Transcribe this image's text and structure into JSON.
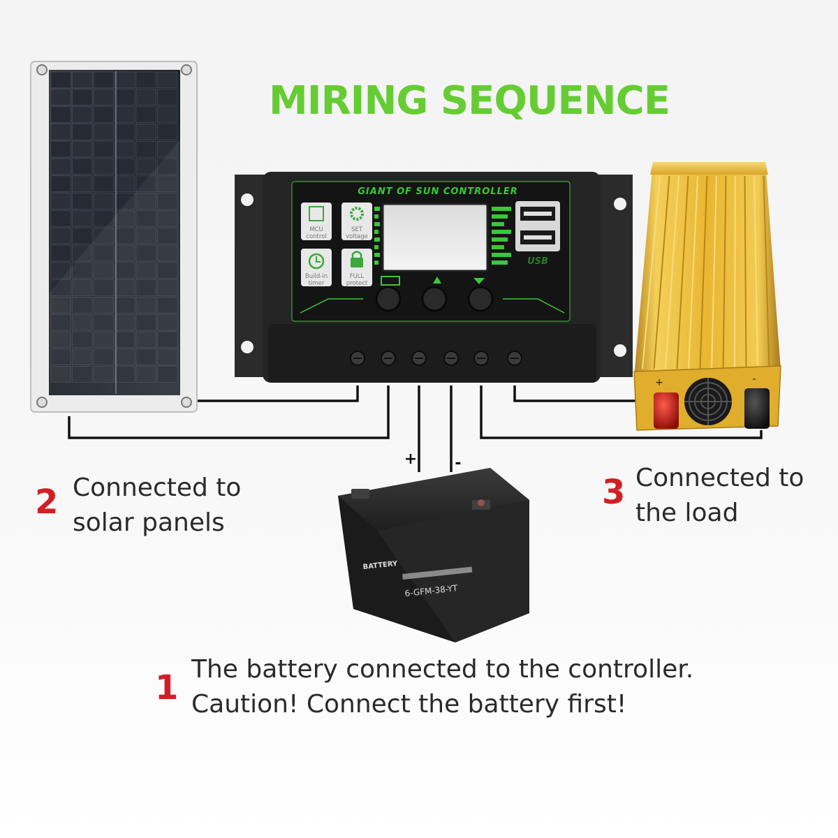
{
  "title": "MIRING SEQUENCE",
  "controller": {
    "brand": "GIANT OF SUN CONTROLLER",
    "mcu_label": [
      "MCU",
      "control"
    ],
    "set_label": [
      "SET",
      "voltage"
    ],
    "timer_label": [
      "Build-in",
      "timer"
    ],
    "protect_label": [
      "FULL",
      "protect"
    ],
    "usb_label": "USB"
  },
  "battery": {
    "positive_sign": "+",
    "negative_sign": "-",
    "brand": "BATTERY",
    "model": "6-GFM-38-YT"
  },
  "inverter": {
    "positive_sign": "+",
    "negative_sign": "-"
  },
  "steps": [
    {
      "number": "1",
      "lines": [
        "The battery connected to the controller.",
        "Caution! Connect the battery first!"
      ]
    },
    {
      "number": "2",
      "lines": [
        "Connected to",
        "solar panels"
      ]
    },
    {
      "number": "3",
      "lines": [
        "Connected to",
        "the load"
      ]
    }
  ],
  "colors": {
    "title_green": "#66cc33",
    "step_red": "#d21f26",
    "controller_accent": "#39c83a",
    "inverter_gold": "#e8b830"
  }
}
